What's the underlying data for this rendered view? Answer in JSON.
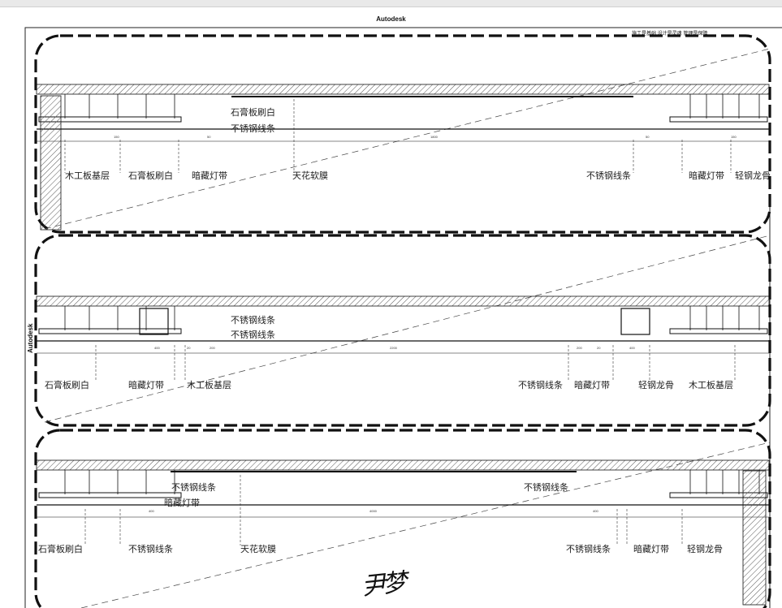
{
  "sheet": {
    "title_top": "Autodesk",
    "title_side": "Autodesk",
    "note": "施工是基础 设计是灵魂 管理是保障",
    "signature": "尹梦"
  },
  "sections": [
    {
      "labels": [
        "木工板基层",
        "石膏板刷白",
        "暗藏灯带",
        "天花软膜",
        "不锈钢线条",
        "暗藏灯带",
        "轻钢龙骨"
      ],
      "callouts": [
        "石膏板刷白",
        "不锈钢线条"
      ],
      "dims": [
        "150",
        "50",
        "1800",
        "50",
        "150"
      ]
    },
    {
      "labels": [
        "石膏板刷白",
        "暗藏灯带",
        "木工板基层",
        "不锈钢线条",
        "暗藏灯带",
        "轻钢龙骨",
        "木工板基层"
      ],
      "callouts": [
        "不锈钢线条",
        "不锈钢线条"
      ],
      "dims": [
        "400",
        "20",
        "200",
        "2200",
        "200",
        "20",
        "400"
      ]
    },
    {
      "labels": [
        "石膏板刷白",
        "不锈钢线条",
        "天花软膜",
        "不锈钢线条",
        "暗藏灯带",
        "轻钢龙骨"
      ],
      "callouts": [
        "不锈钢线条",
        "暗藏灯带",
        "不锈钢线条"
      ],
      "dims": [
        "400",
        "4000",
        "400"
      ]
    }
  ],
  "colors": {
    "ink": "#111111",
    "hatch": "#555555",
    "paper": "#ffffff"
  }
}
